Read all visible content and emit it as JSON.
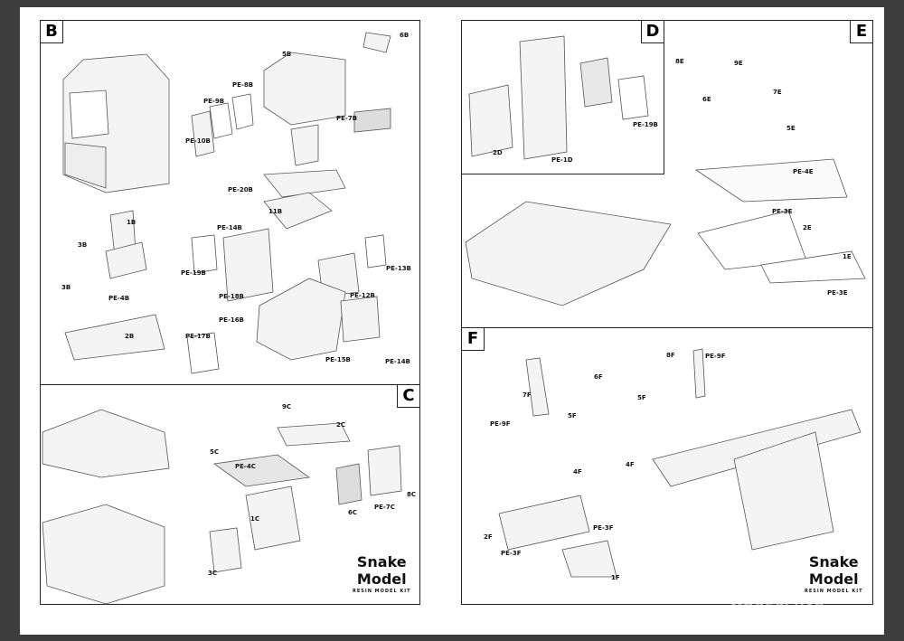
{
  "panels": {
    "B": "B",
    "C": "C",
    "D": "D",
    "E": "E",
    "F": "F"
  },
  "labels_b": [
    "6B",
    "5B",
    "PE-8B",
    "PE-9B",
    "PE-7B",
    "PE-10B",
    "PE-20B",
    "1B",
    "3B",
    "3B",
    "PE-4B",
    "2B",
    "11B",
    "PE-14B",
    "PE-19B",
    "PE-18B",
    "PE-13B",
    "PE-12B",
    "PE-16B",
    "PE-17B",
    "PE-15B",
    "PE-14B"
  ],
  "labels_c": [
    "9C",
    "2C",
    "5C",
    "PE-4C",
    "1C",
    "6C",
    "PE-7C",
    "8C",
    "3C"
  ],
  "labels_d": [
    "2D",
    "PE-1D",
    "PE-19B"
  ],
  "labels_e": [
    "8E",
    "9E",
    "6E",
    "7E",
    "5E",
    "PE-4E",
    "PE-3E",
    "2E",
    "1E",
    "PE-3E"
  ],
  "labels_f": [
    "PE-9F",
    "8F",
    "6F",
    "7F",
    "5F",
    "5F",
    "PE-9F",
    "4F",
    "4F",
    "2F",
    "PE-3F",
    "PE-3F",
    "1F"
  ],
  "logo": {
    "line1": "Snake",
    "line2": "Model",
    "tagline": "RESIN MODEL KIT"
  },
  "watermark": {
    "line1": "МОДЕЛЬНАЯ",
    "line2": "ЛАВКА"
  }
}
